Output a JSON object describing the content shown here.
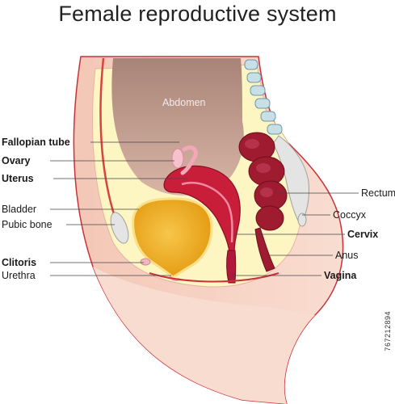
{
  "title": "Female reproductive system",
  "stock_id": "767212894",
  "labels": {
    "abdomen": "Abdomen",
    "fallopian_tube": "Fallopian tube",
    "ovary": "Ovary",
    "uterus": "Uterus",
    "bladder": "Bladder",
    "pubic_bone": "Pubic bone",
    "clitoris": "Clitoris",
    "urethra": "Urethra",
    "rectum": "Rectum",
    "coccyx": "Coccyx",
    "cervix": "Cervix",
    "anus": "Anus",
    "vagina": "Vagina"
  },
  "colors": {
    "skin": "#f7d3c4",
    "skin_outline": "#c9323a",
    "cavity": "#c49a8c",
    "fat": "#fdf5c2",
    "uterus": "#c81e3a",
    "bladder": "#f2b318",
    "rectum": "#9e1b30",
    "bone": "#e4e4e4",
    "vertebra": "#c9dfe6"
  }
}
